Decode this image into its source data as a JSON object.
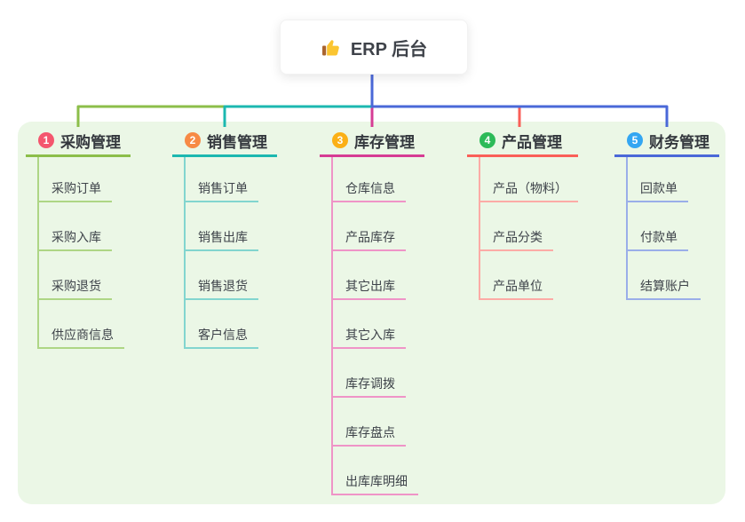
{
  "root": {
    "title": "ERP 后台",
    "icon": "thumbs-up-icon"
  },
  "branches": [
    {
      "index": "1",
      "label": "采购管理",
      "badge_color": "#f4566e",
      "line_color": "#8cbe4a",
      "light_color": "#aed685",
      "children": [
        "采购订单",
        "采购入库",
        "采购退货",
        "供应商信息"
      ]
    },
    {
      "index": "2",
      "label": "销售管理",
      "badge_color": "#f78a45",
      "line_color": "#1cb8b0",
      "light_color": "#82d5cf",
      "children": [
        "销售订单",
        "销售出库",
        "销售退货",
        "客户信息"
      ]
    },
    {
      "index": "3",
      "label": "库存管理",
      "badge_color": "#fbb016",
      "line_color": "#d63c94",
      "light_color": "#ef94c7",
      "children": [
        "仓库信息",
        "产品库存",
        "其它出库",
        "其它入库",
        "库存调拨",
        "库存盘点",
        "出库库明细"
      ]
    },
    {
      "index": "4",
      "label": "产品管理",
      "badge_color": "#2cba58",
      "line_color": "#fa5f58",
      "light_color": "#fcaba6",
      "children": [
        "产品（物料）",
        "产品分类",
        "产品单位"
      ]
    },
    {
      "index": "5",
      "label": "财务管理",
      "badge_color": "#33a6f2",
      "line_color": "#4a68d8",
      "light_color": "#9aaee9",
      "children": [
        "回款单",
        "付款单",
        "结算账户"
      ]
    }
  ],
  "colors": {
    "panel_bg": "#ebf7e6",
    "root_stem": "#4a68d8",
    "thumb_yellow": "#fbc531",
    "thumb_sleeve": "#a9642f"
  }
}
